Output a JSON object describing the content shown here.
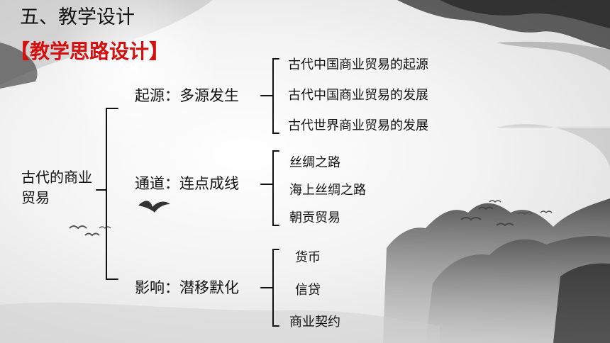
{
  "slide": {
    "heading": "五、教学设计",
    "subheading": "【教学思路设计】"
  },
  "diagram": {
    "root": "古代的商业贸易",
    "branches": [
      {
        "label": "起源：多源发生",
        "leaves": [
          "古代中国商业贸易的起源",
          "古代中国商业贸易的发展",
          "古代世界商业贸易的发展"
        ]
      },
      {
        "label": "通道：连点成线",
        "leaves": [
          "丝绸之路",
          "海上丝绸之路",
          "朝贡贸易"
        ]
      },
      {
        "label": "影响：潜移默化",
        "leaves": [
          "货币",
          "信贷",
          "商业契约"
        ]
      }
    ]
  }
}
